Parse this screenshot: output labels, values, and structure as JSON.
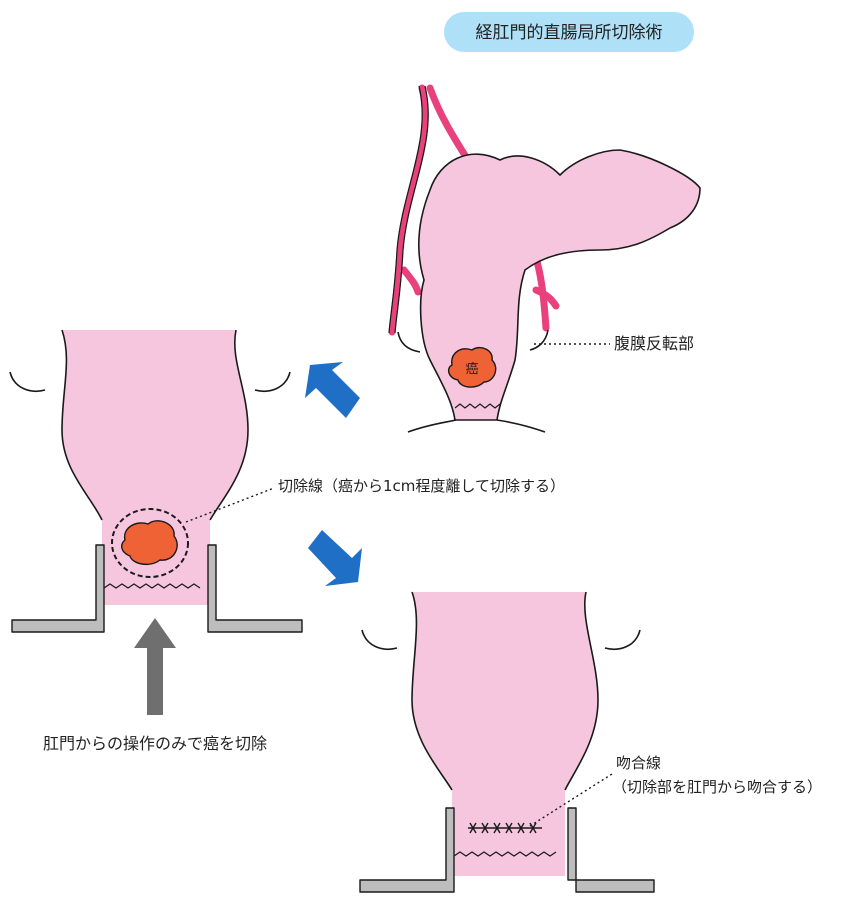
{
  "title": "経肛門的直腸局所切除術",
  "labels": {
    "peritoneal_reflection": "腹膜反転部",
    "cancer": "癌",
    "resection_line": "切除線（癌から1cm程度離して切除する）",
    "transanal_only": "肛門からの操作のみで癌を切除",
    "anastomosis_line": "吻合線",
    "anastomosis_note": "（切除部を肛門から吻合する）"
  },
  "colors": {
    "tissue": "#f6c6de",
    "cancer": "#ee6236",
    "vessel": "#e8417c",
    "arrow_blue": "#1f6fc6",
    "arrow_gray": "#6f6f6f",
    "title_badge": "#aee0f8",
    "retractor": "#bdbdbd",
    "outline": "#1a1a1a"
  }
}
